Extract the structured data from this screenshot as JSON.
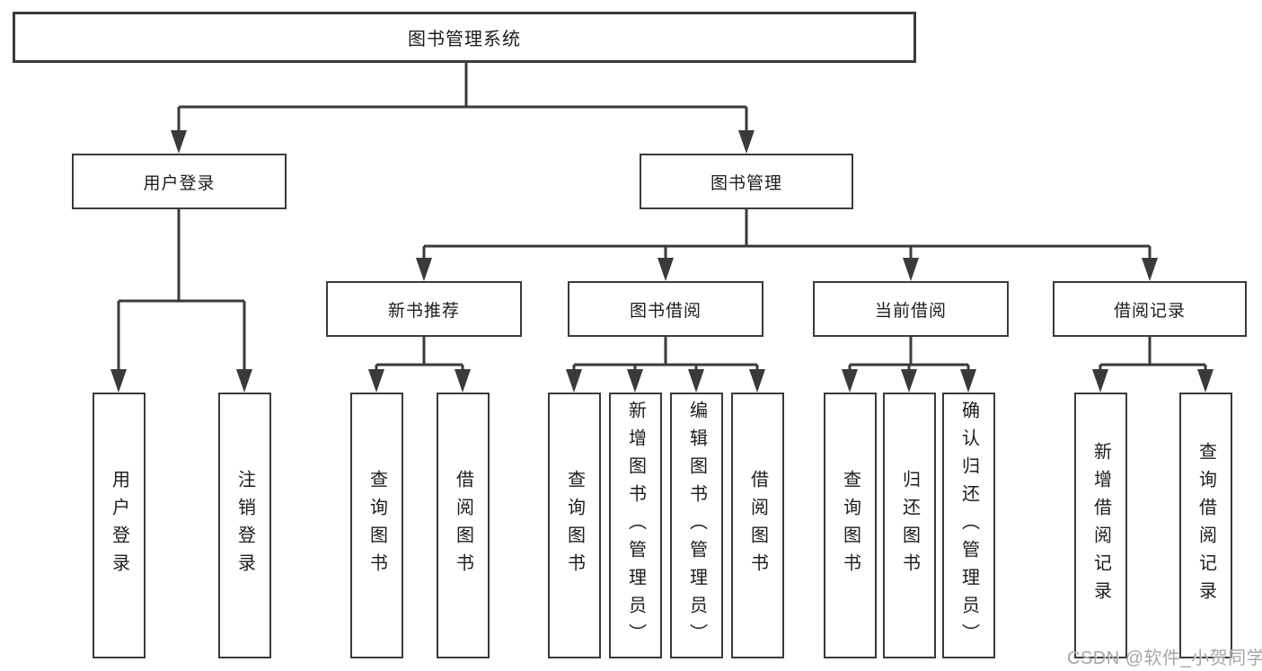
{
  "tree": {
    "label": "图书管理系统",
    "children": [
      {
        "label": "用户登录",
        "children": [
          {
            "label": "用户登录"
          },
          {
            "label": "注销登录"
          }
        ]
      },
      {
        "label": "图书管理",
        "children": [
          {
            "label": "新书推荐",
            "children": [
              {
                "label": "查询图书"
              },
              {
                "label": "借阅图书"
              }
            ]
          },
          {
            "label": "图书借阅",
            "children": [
              {
                "label": "查询图书"
              },
              {
                "label": "新增图书（管理员）"
              },
              {
                "label": "编辑图书（管理员）"
              },
              {
                "label": "借阅图书"
              }
            ]
          },
          {
            "label": "当前借阅",
            "children": [
              {
                "label": "查询图书"
              },
              {
                "label": "归还图书"
              },
              {
                "label": "确认归还（管理员）"
              }
            ]
          },
          {
            "label": "借阅记录",
            "children": [
              {
                "label": "新增借阅记录"
              },
              {
                "label": "查询借阅记录"
              }
            ]
          }
        ]
      }
    ]
  },
  "watermark": {
    "text": "CSDN @软件_小贺同学"
  },
  "colors": {
    "line": "#3a3a3a",
    "text": "#1c1c1c",
    "watermark": "#a6a6a6",
    "background": "#ffffff"
  }
}
